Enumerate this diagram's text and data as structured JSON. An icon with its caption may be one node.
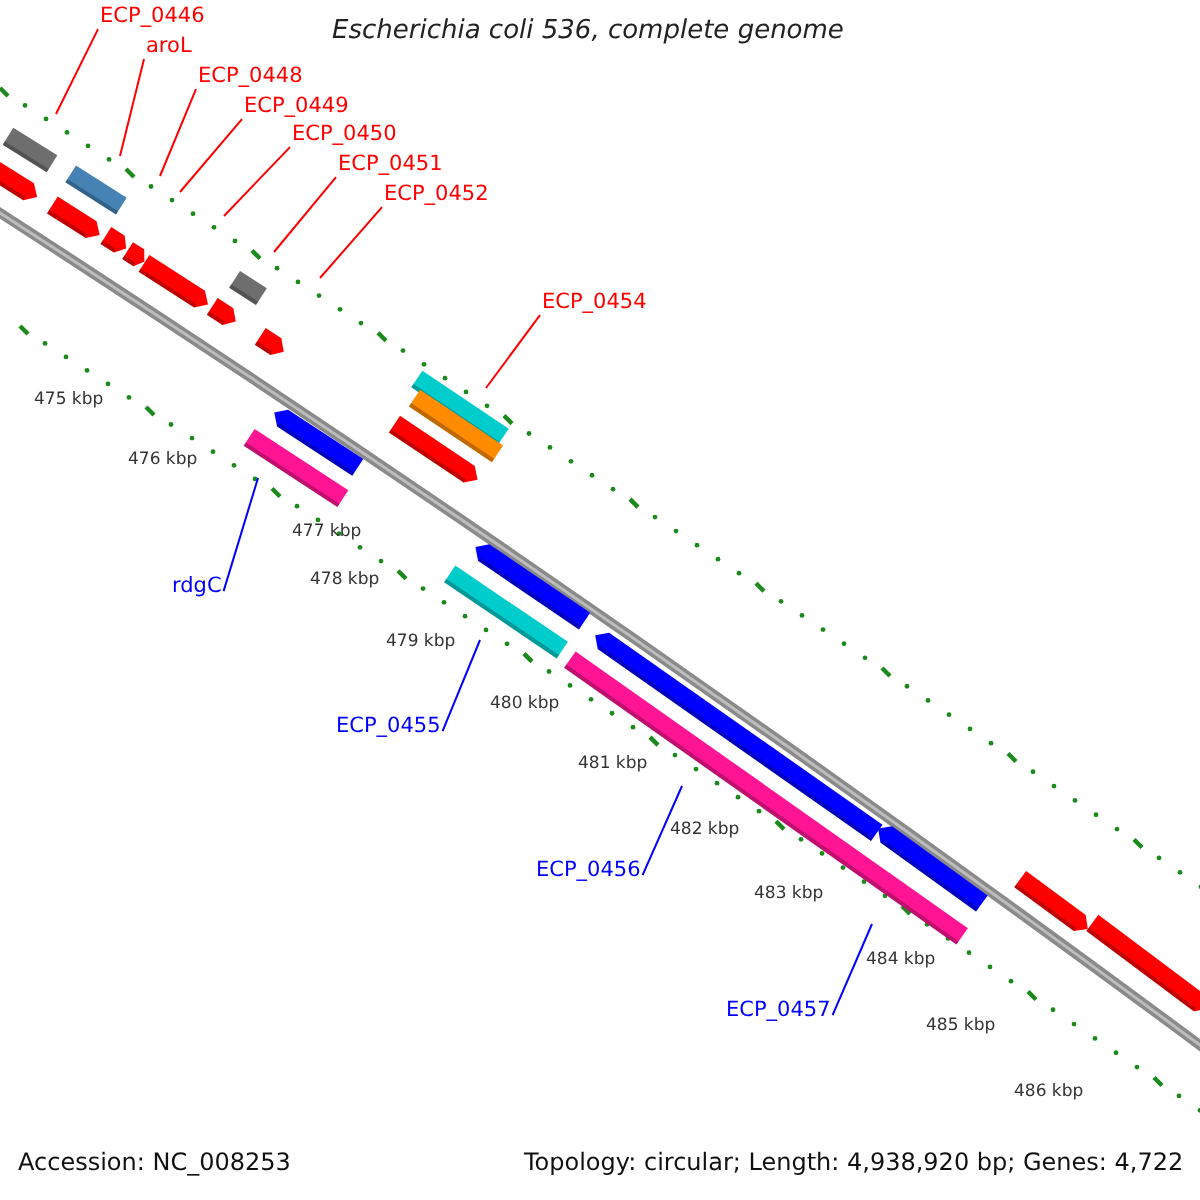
{
  "diagram": {
    "title": "Escherichia coli 536, complete genome",
    "nodes": [
      {
        "text": [
          "ECP_0446"
        ]
      },
      {
        "text": [
          "aroL"
        ]
      },
      {
        "text": [
          "ECP_0448"
        ]
      },
      {
        "text": [
          "ECP_0449"
        ]
      },
      {
        "text": [
          "ECP_0450"
        ]
      },
      {
        "text": [
          "ECP_0451"
        ]
      },
      {
        "text": [
          "ECP_0452"
        ]
      },
      {
        "text": [
          "ECP_0454"
        ]
      },
      {
        "text": [
          "rdgC"
        ]
      },
      {
        "text": [
          "ECP_0455"
        ]
      },
      {
        "text": [
          "ECP_0456"
        ]
      },
      {
        "text": [
          "ECP_0457"
        ]
      }
    ],
    "edges": [
      {
        "from": 0,
        "to": null,
        "arrow": "none"
      },
      {
        "from": 1,
        "to": null,
        "arrow": "none"
      },
      {
        "from": 2,
        "to": null,
        "arrow": "none"
      },
      {
        "from": 3,
        "to": null,
        "arrow": "none"
      },
      {
        "from": 4,
        "to": null,
        "arrow": "none"
      },
      {
        "from": 5,
        "to": null,
        "arrow": "none"
      },
      {
        "from": 6,
        "to": null,
        "arrow": "none"
      },
      {
        "from": 7,
        "to": null,
        "arrow": "none"
      },
      {
        "from": 8,
        "to": null,
        "arrow": "none",
        "color": "#0000ff"
      },
      {
        "from": 9,
        "to": null,
        "arrow": "none",
        "color": "#0000ff"
      },
      {
        "from": 10,
        "to": null,
        "arrow": "none",
        "color": "#0000ff"
      },
      {
        "from": 11,
        "to": null,
        "arrow": "none",
        "color": "#0000ff"
      }
    ],
    "labels": [
      "475 kbp",
      "476 kbp",
      "477 kbp",
      "478 kbp",
      "479 kbp",
      "480 kbp",
      "481 kbp",
      "482 kbp",
      "483 kbp",
      "484 kbp",
      "485 kbp",
      "486 kbp",
      "Accession: NC_008253",
      "Topology: circular; Length: 4,938,920 bp; Genes: 4,722"
    ]
  }
}
